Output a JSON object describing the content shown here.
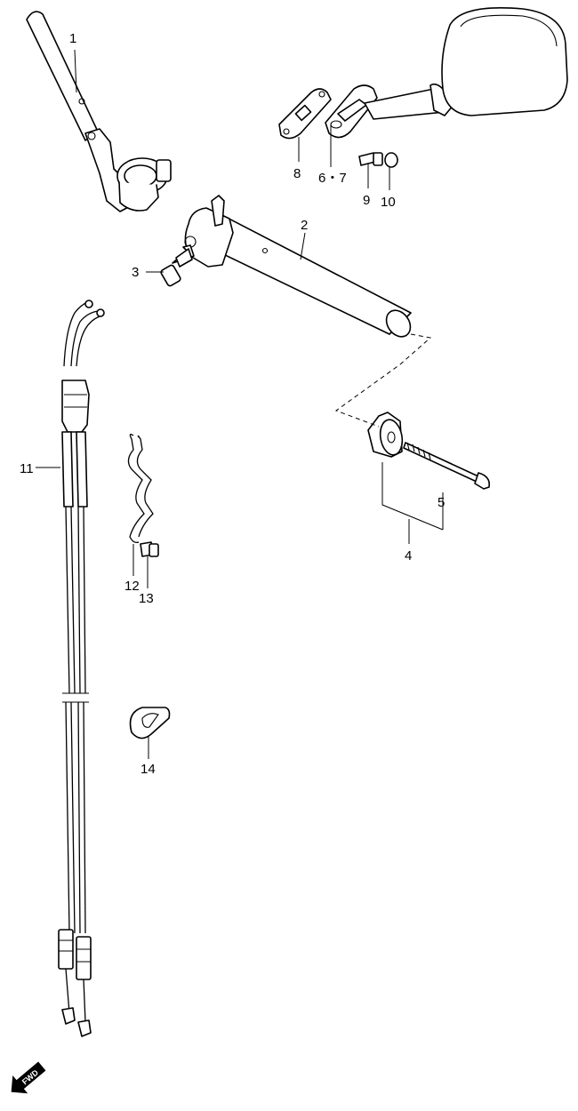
{
  "callouts": [
    {
      "id": "p1",
      "text": "1"
    },
    {
      "id": "p2",
      "text": "2"
    },
    {
      "id": "p3",
      "text": "3"
    },
    {
      "id": "p4",
      "text": "4"
    },
    {
      "id": "p5",
      "text": "5"
    },
    {
      "id": "p6_7",
      "text": "6・7"
    },
    {
      "id": "p8",
      "text": "8"
    },
    {
      "id": "p9",
      "text": "9"
    },
    {
      "id": "p10",
      "text": "10"
    },
    {
      "id": "p11",
      "text": "11"
    },
    {
      "id": "p12",
      "text": "12"
    },
    {
      "id": "p13",
      "text": "13"
    },
    {
      "id": "p14",
      "text": "14"
    }
  ],
  "direction_badge": {
    "text": "FWD"
  }
}
